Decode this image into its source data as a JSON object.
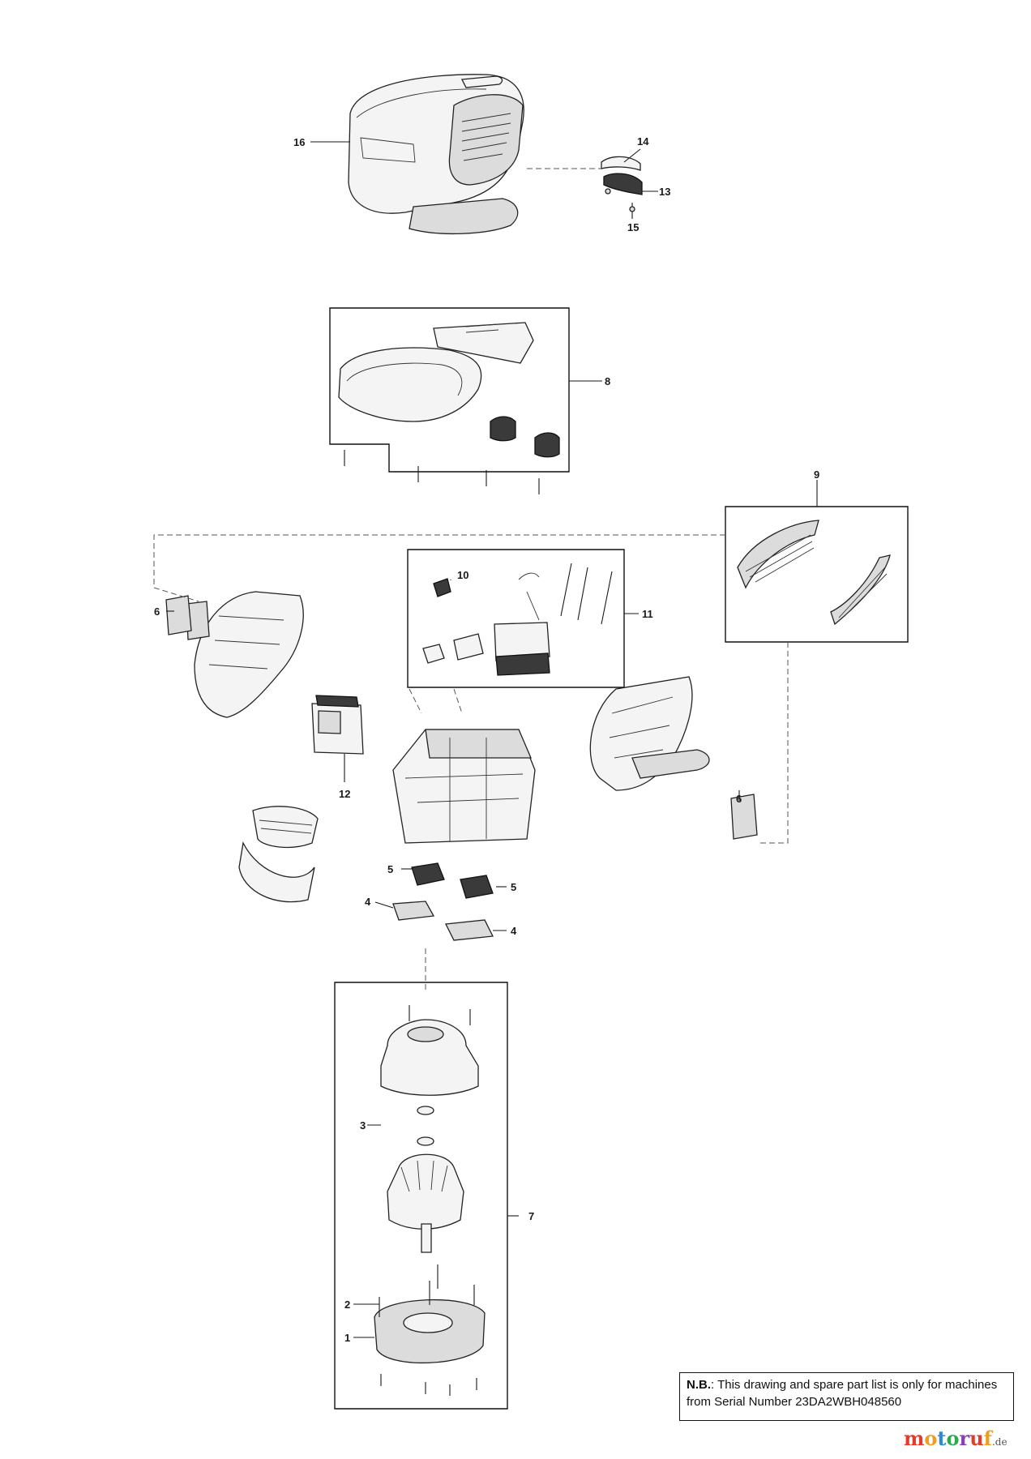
{
  "callouts": {
    "p1": "1",
    "p2": "2",
    "p3": "3",
    "p4a": "4",
    "p4b": "4",
    "p5a": "5",
    "p5b": "5",
    "p6a": "6",
    "p6b": "6",
    "p7": "7",
    "p8": "8",
    "p9": "9",
    "p10": "10",
    "p11": "11",
    "p12": "12",
    "p13": "13",
    "p14": "14",
    "p15": "15",
    "p16": "16"
  },
  "note": {
    "prefix": "N.B.",
    "text": ": This drawing and spare part list is only for machines from Serial Number 23DA2WBH048560"
  },
  "brand": {
    "m1": "m",
    "o1": "o",
    "t": "t",
    "o2": "o",
    "r": "r",
    "u": "u",
    "f": "f",
    "tld": ".de",
    "colors": {
      "m1": "#e23b2a",
      "o1": "#f39c1b",
      "t": "#2c8ad3",
      "o2": "#2fa84f",
      "r": "#8a3fb5",
      "u": "#e23b2a",
      "f": "#f39c1b"
    }
  }
}
